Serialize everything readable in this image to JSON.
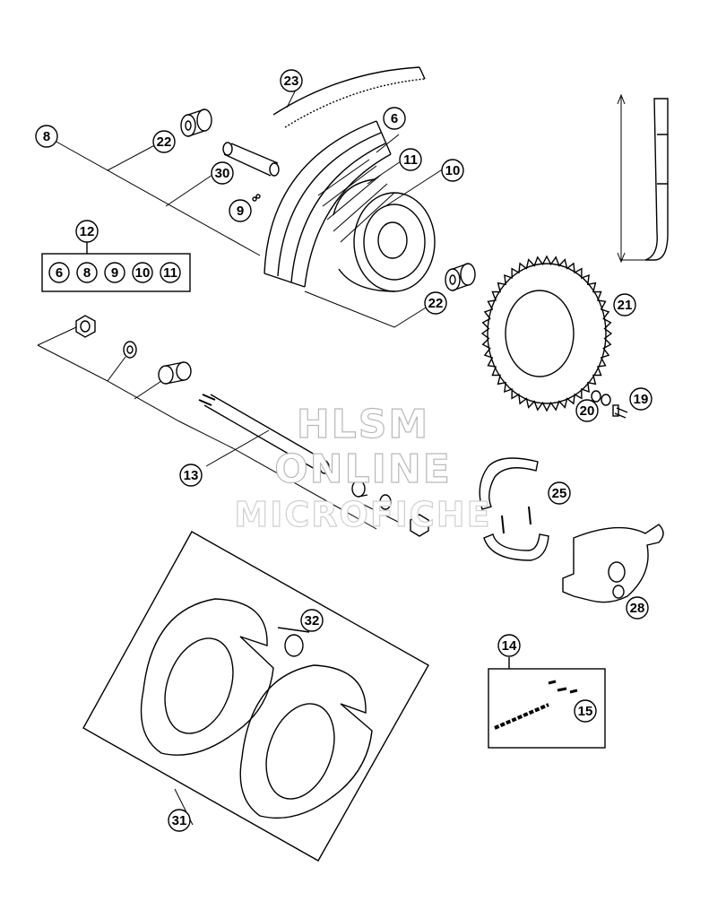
{
  "diagram": {
    "callouts": [
      "6",
      "8",
      "9",
      "10",
      "11",
      "12",
      "13",
      "14",
      "15",
      "19",
      "20",
      "21",
      "22",
      "22",
      "23",
      "25",
      "28",
      "30",
      "31",
      "32"
    ],
    "kit_12_items": [
      "6",
      "8",
      "9",
      "10",
      "11"
    ]
  },
  "watermark": {
    "line1": "HLSM",
    "line2": "ONLINE",
    "line3": "MICROFICHE"
  },
  "colors": {
    "ink": "#000000",
    "watermark_stroke": "#b8b8b8"
  }
}
